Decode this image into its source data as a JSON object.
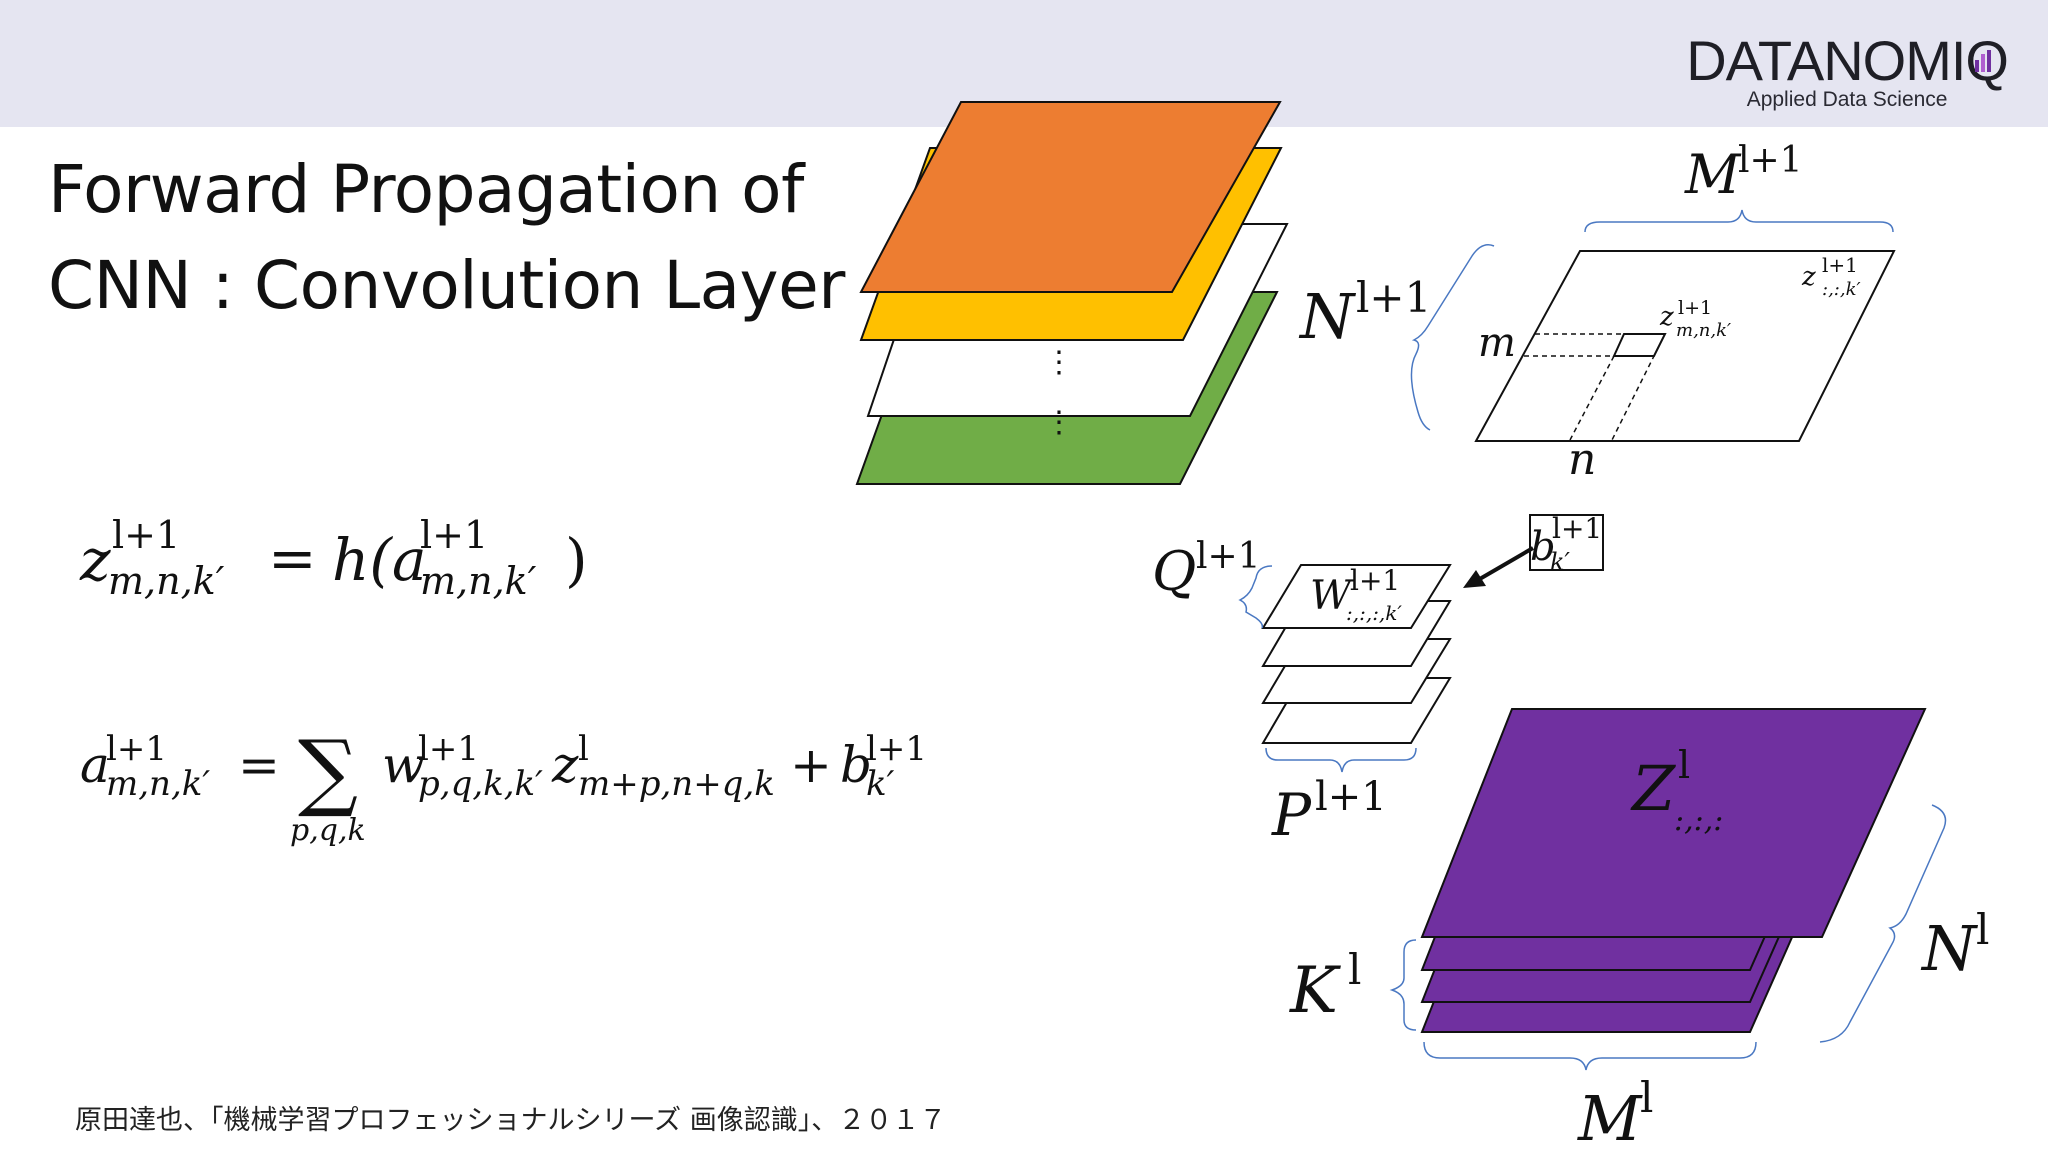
{
  "brand": {
    "name": "DATANOMIQ",
    "tagline": "Applied Data Science"
  },
  "title": {
    "line1": "Forward Propagation of",
    "line2": "CNN : Convolution Layer"
  },
  "citation": "原田達也、「機械学習プロフェッショナルシリーズ 画像認識」、２０１７",
  "colors": {
    "header_band": "#e5e5f1",
    "orange": "#ed7d31",
    "yellow": "#ffc000",
    "green": "#70ad47",
    "purple": "#7030a0",
    "brace": "#4a78c2"
  },
  "equations": {
    "z_eq": {
      "base": "z",
      "sup": "l+1",
      "sub": "m,n,k′",
      "eq": "=",
      "func": "h(a",
      "a_sup": "l+1",
      "a_sub": "m,n,k′",
      "close": ")"
    },
    "a_eq": {
      "a_base": "a",
      "a_sup": "l+1",
      "a_sub": "m,n,k′",
      "eq": "=",
      "sum": "∑",
      "sum_sub": "p,q,k",
      "w_base": "w",
      "w_sup": "l+1",
      "w_sub": "p,q,k,k′",
      "z_base": "z",
      "z_sup": "l",
      "z_sub": "m+p,n+q,k",
      "plus": "+",
      "b_base": "b",
      "b_sup": "l+1",
      "b_sub": "k′"
    }
  },
  "labels": {
    "M_top": {
      "base": "M",
      "sup": "l+1"
    },
    "N_top": {
      "base": "N",
      "sup": "l+1"
    },
    "z_plane": {
      "base": "z",
      "sup": "l+1",
      "sub": ":,:,k′"
    },
    "z_cell": {
      "base": "z",
      "sup": "l+1",
      "sub": "m,n,k′"
    },
    "m": "m",
    "n": "n",
    "b_box": {
      "base": "b",
      "sup": "l+1",
      "sub": "k′"
    },
    "Q": {
      "base": "Q",
      "sup": "l+1"
    },
    "W": {
      "base": "W",
      "sup": "l+1",
      "sub": ":,:,:,k′"
    },
    "P": {
      "base": "P",
      "sup": "l+1"
    },
    "Z_big": {
      "base": "Z",
      "sup": "l",
      "sub": ":,:,:"
    },
    "K": {
      "base": "K",
      "sup": "l"
    },
    "N_bot": {
      "base": "N",
      "sup": "l"
    },
    "M_bot": {
      "base": "M",
      "sup": "l"
    },
    "dots": "⋮"
  }
}
